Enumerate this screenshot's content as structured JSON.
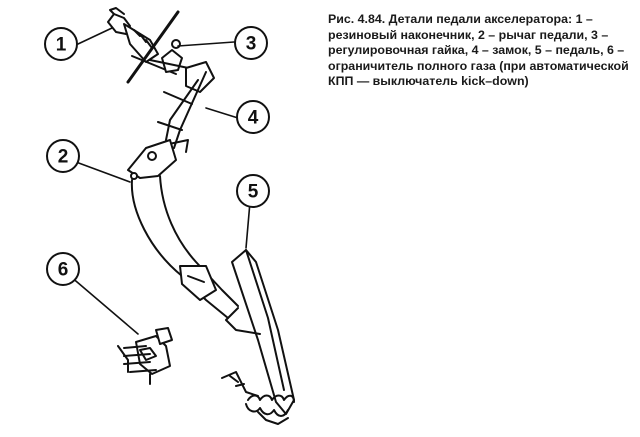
{
  "caption": "Рис. 4.84. Детали педали акселератора: 1 – резиновый наконечник, 2 – рычаг педали, 3 – регулировочная гайка, 4 – замок, 5 – педаль, 6 – ограничитель полного газа (при автоматической КПП — выключатель kick–down)",
  "callouts": [
    {
      "number": "1"
    },
    {
      "number": "2"
    },
    {
      "number": "3"
    },
    {
      "number": "4"
    },
    {
      "number": "5"
    },
    {
      "number": "6"
    }
  ]
}
